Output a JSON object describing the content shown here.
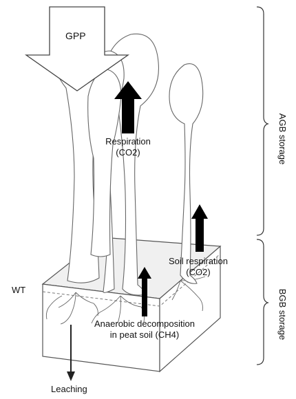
{
  "labels": {
    "gpp": "GPP",
    "respiration_line1": "Respiration",
    "respiration_line2": "(CO2)",
    "soil_respiration_line1": "Soil respiration",
    "soil_respiration_line2": "(CO2)",
    "wt": "WT",
    "anaerobic_line1": "Anaerobic decomposition",
    "anaerobic_line2": "in peat soil (CH4)",
    "leaching": "Leaching",
    "agb_storage": "AGB storage",
    "bgb_storage": "BGB storage"
  }
}
